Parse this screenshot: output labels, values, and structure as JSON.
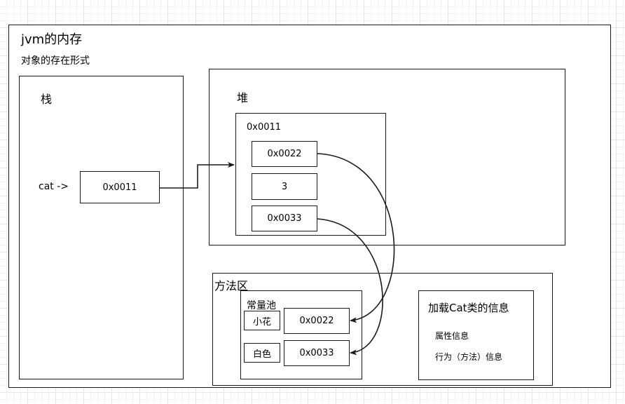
{
  "jvm": {
    "title": "jvm的内存",
    "subtitle": "对象的存在形式"
  },
  "stack": {
    "title": "栈",
    "var_label": "cat ->",
    "ref_value": "0x0011"
  },
  "heap": {
    "title": "堆",
    "object": {
      "address": "0x0011",
      "fields": [
        "0x0022",
        "3",
        "0x0033"
      ]
    }
  },
  "method_area": {
    "title": "方法区",
    "constant_pool": {
      "title": "常量池",
      "entries": [
        {
          "value": "小花",
          "address": "0x0022"
        },
        {
          "value": "白色",
          "address": "0x0033"
        }
      ]
    },
    "class_info": {
      "title": "加载Cat类的信息",
      "lines": [
        "属性信息",
        "行为（方法）信息"
      ]
    }
  },
  "colors": {
    "line": "#1a1a1a",
    "grid": "#e6e6e6"
  }
}
